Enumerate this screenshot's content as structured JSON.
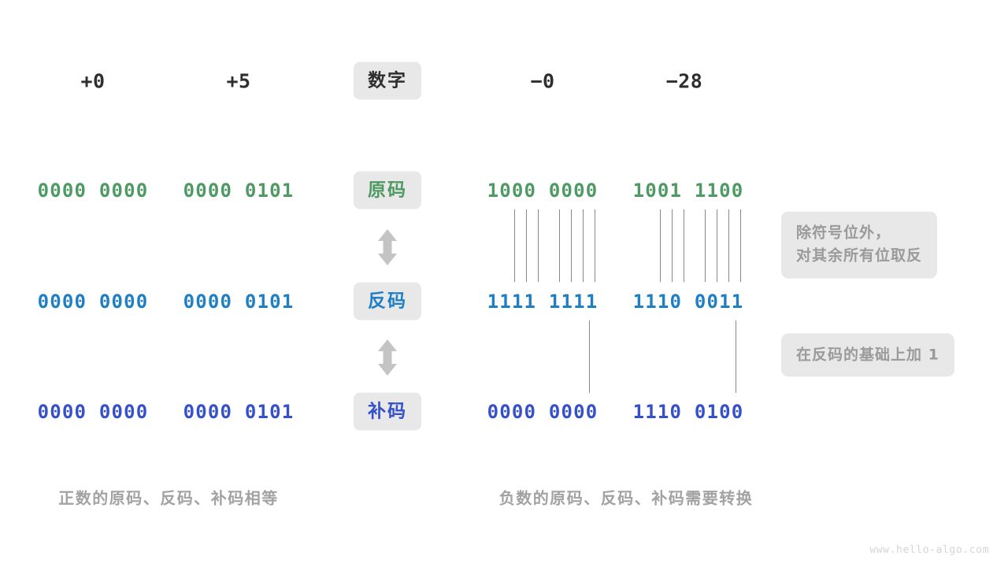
{
  "diagram": {
    "title_row": {
      "center_label": "数字",
      "columns": [
        {
          "key": "pos_zero",
          "value": "+0"
        },
        {
          "key": "pos_five",
          "value": "+5"
        },
        {
          "key": "neg_zero",
          "value": "−0"
        },
        {
          "key": "neg_28",
          "value": "−28"
        }
      ]
    },
    "rows": [
      {
        "key": "sign_magnitude",
        "label": "原码",
        "color": "#4e9a62",
        "values": {
          "pos_zero": "0000 0000",
          "pos_five": "0000 0101",
          "neg_zero": "1000 0000",
          "neg_28": "1001 1100"
        }
      },
      {
        "key": "ones_complement",
        "label": "反码",
        "color": "#1f7fc4",
        "values": {
          "pos_zero": "0000 0000",
          "pos_five": "0000 0101",
          "neg_zero": "1111 1111",
          "neg_28": "1110 0011"
        }
      },
      {
        "key": "twos_complement",
        "label": "补码",
        "color": "#3550c8",
        "values": {
          "pos_zero": "0000 0000",
          "pos_five": "0000 0101",
          "neg_zero": "0000 0000",
          "neg_28": "1110 0100"
        }
      }
    ],
    "notes": [
      {
        "key": "invert_note",
        "text_line1": "除符号位外，",
        "text_line2": "对其余所有位取反"
      },
      {
        "key": "add_one_note",
        "text_line1": "在反码的基础上加 1",
        "text_line2": ""
      }
    ],
    "captions": [
      {
        "key": "positive_caption",
        "text": "正数的原码、反码、补码相等"
      },
      {
        "key": "negative_caption",
        "text": "负数的原码、反码、补码需要转换"
      }
    ],
    "watermark": "www.hello-algo.com",
    "arrows": [
      {
        "key": "arrow-sign-to-ones",
        "direction": "up-down"
      },
      {
        "key": "arrow-ones-to-twos",
        "direction": "up-down"
      }
    ]
  }
}
